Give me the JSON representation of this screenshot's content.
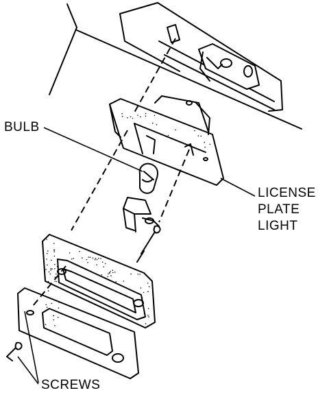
{
  "labels": {
    "bulb": "BULB",
    "license_line1": "LICENSE",
    "license_line2": "PLATE",
    "license_line3": "LIGHT",
    "screws": "SCREWS"
  }
}
